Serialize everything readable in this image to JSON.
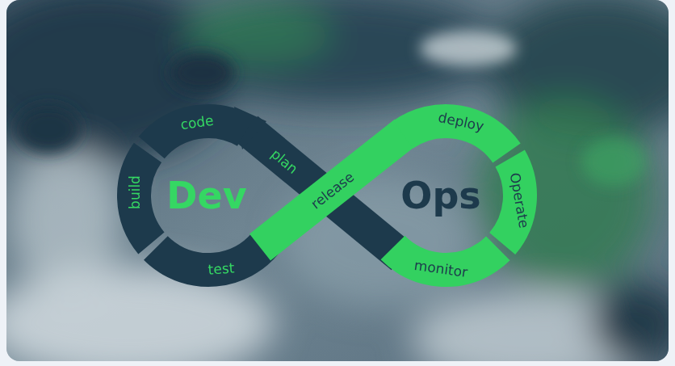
{
  "diagram": {
    "labels": [
      "code",
      "plan",
      "build",
      "Dev",
      "test",
      "release",
      "deploy",
      "Ops",
      "Operate",
      "monitor"
    ]
  }
}
